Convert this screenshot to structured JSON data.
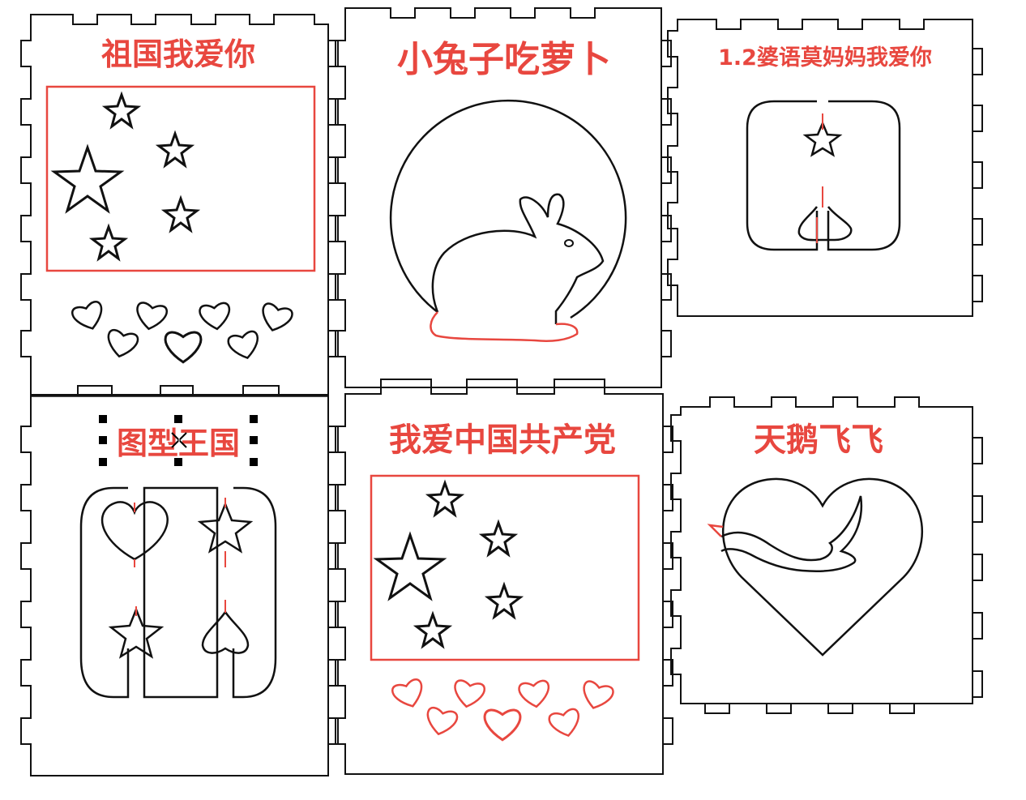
{
  "colors": {
    "cut_line": "#111111",
    "engrave_red": "#e8473f",
    "background": "#ffffff",
    "handle": "#000000"
  },
  "panels": [
    {
      "id": "motherland",
      "title": "祖国我爱你",
      "icons": [
        "flag-rect-icon",
        "big-star-icon",
        "small-star-icon",
        "heart-icon"
      ]
    },
    {
      "id": "rabbit",
      "title": "小兔子吃萝卜",
      "icons": [
        "moon-circle-icon",
        "rabbit-icon"
      ]
    },
    {
      "id": "mom",
      "title": "1.2婆语莫妈妈我爱你",
      "icons": [
        "rounded-rect-icon",
        "star-icon",
        "spade-icon"
      ]
    },
    {
      "id": "puzzle",
      "title": "图型王国",
      "icons": [
        "heart-icon",
        "star-icon",
        "spade-icon"
      ]
    },
    {
      "id": "party",
      "title": "我爱中国共产党",
      "icons": [
        "flag-rect-icon",
        "big-star-icon",
        "small-star-icon",
        "heart-icon"
      ]
    },
    {
      "id": "swan",
      "title": "天鹅飞飞",
      "icons": [
        "heart-outline-icon",
        "swan-icon"
      ]
    }
  ],
  "selection": {
    "selected_panel": "puzzle",
    "handle_count": 8,
    "cursor": "move-cursor-icon"
  }
}
